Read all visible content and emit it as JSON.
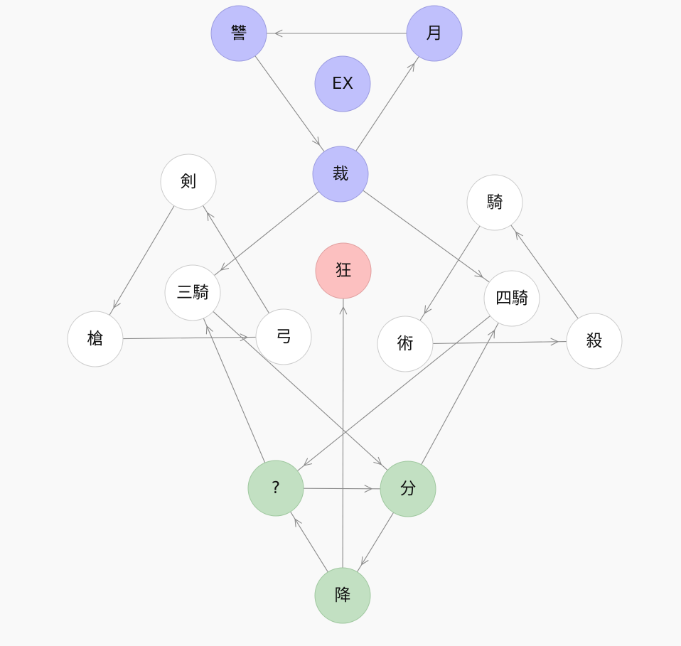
{
  "colors": {
    "background": "#f9f9f9",
    "edge": "#8a8a8a",
    "group_blue_fill": "#c0c0fc",
    "group_blue_stroke": "#9c9ce0",
    "group_red_fill": "#fcc0c0",
    "group_red_stroke": "#e0a0a0",
    "group_green_fill": "#c2e0c2",
    "group_green_stroke": "#a0c8a0",
    "group_white_fill": "#ffffff",
    "group_white_stroke": "#cccccc"
  },
  "nodes": [
    {
      "id": "ruler-top",
      "label": "讐",
      "group": "blue"
    },
    {
      "id": "moon",
      "label": "月",
      "group": "blue"
    },
    {
      "id": "ex",
      "label": "EX",
      "group": "blue"
    },
    {
      "id": "ruler",
      "label": "裁",
      "group": "blue"
    },
    {
      "id": "saber",
      "label": "剣",
      "group": "white"
    },
    {
      "id": "rider",
      "label": "騎",
      "group": "white"
    },
    {
      "id": "berserker",
      "label": "狂",
      "group": "red"
    },
    {
      "id": "three-rider",
      "label": "三騎",
      "group": "white"
    },
    {
      "id": "four-rider",
      "label": "四騎",
      "group": "white"
    },
    {
      "id": "lancer",
      "label": "槍",
      "group": "white"
    },
    {
      "id": "archer",
      "label": "弓",
      "group": "white"
    },
    {
      "id": "caster",
      "label": "術",
      "group": "white"
    },
    {
      "id": "assassin",
      "label": "殺",
      "group": "white"
    },
    {
      "id": "unknown",
      "label": "?",
      "group": "green"
    },
    {
      "id": "alterego",
      "label": "分",
      "group": "green"
    },
    {
      "id": "foreigner",
      "label": "降",
      "group": "green"
    }
  ],
  "edges": [
    {
      "from": "moon",
      "to": "ruler-top"
    },
    {
      "from": "ruler-top",
      "to": "ruler"
    },
    {
      "from": "ruler",
      "to": "moon"
    },
    {
      "from": "ruler",
      "to": "three-rider"
    },
    {
      "from": "ruler",
      "to": "four-rider"
    },
    {
      "from": "saber",
      "to": "lancer"
    },
    {
      "from": "lancer",
      "to": "archer"
    },
    {
      "from": "archer",
      "to": "saber"
    },
    {
      "from": "rider",
      "to": "caster"
    },
    {
      "from": "caster",
      "to": "assassin"
    },
    {
      "from": "assassin",
      "to": "rider"
    },
    {
      "from": "three-rider",
      "to": "alterego"
    },
    {
      "from": "four-rider",
      "to": "unknown"
    },
    {
      "from": "unknown",
      "to": "three-rider"
    },
    {
      "from": "alterego",
      "to": "four-rider"
    },
    {
      "from": "unknown",
      "to": "alterego"
    },
    {
      "from": "alterego",
      "to": "foreigner"
    },
    {
      "from": "foreigner",
      "to": "unknown"
    },
    {
      "from": "foreigner",
      "to": "berserker"
    }
  ]
}
